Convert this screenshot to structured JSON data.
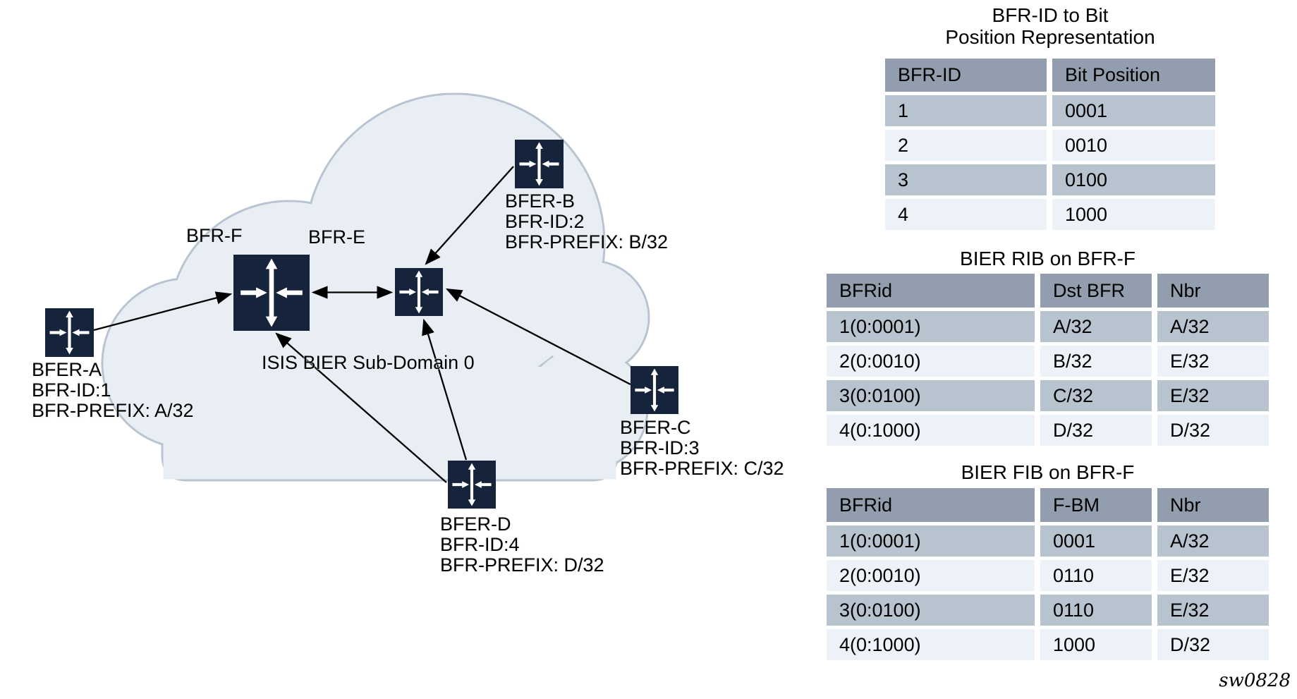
{
  "diagram": {
    "domain_label": "ISIS BIER Sub-Domain 0",
    "nodes": {
      "bfr_f": {
        "label": "BFR-F"
      },
      "bfr_e": {
        "label": "BFR-E"
      },
      "bfer_a": {
        "lines": [
          "BFER-A",
          "BFR-ID:1",
          "BFR-PREFIX: A/32"
        ]
      },
      "bfer_b": {
        "lines": [
          "BFER-B",
          "BFR-ID:2",
          "BFR-PREFIX: B/32"
        ]
      },
      "bfer_c": {
        "lines": [
          "BFER-C",
          "BFR-ID:3",
          "BFR-PREFIX: C/32"
        ]
      },
      "bfer_d": {
        "lines": [
          "BFER-D",
          "BFR-ID:4",
          "BFR-PREFIX: D/32"
        ]
      }
    }
  },
  "tables": {
    "bit_position": {
      "title_lines": [
        "BFR-ID to Bit",
        "Position Representation"
      ],
      "headers": [
        "BFR-ID",
        "Bit Position"
      ],
      "rows": [
        [
          "1",
          "0001"
        ],
        [
          "2",
          "0010"
        ],
        [
          "3",
          "0100"
        ],
        [
          "4",
          "1000"
        ]
      ]
    },
    "rib": {
      "title": "BIER RIB on BFR-F",
      "headers": [
        "BFRid",
        "Dst BFR",
        "Nbr"
      ],
      "rows": [
        [
          "1(0:0001)",
          "A/32",
          "A/32"
        ],
        [
          "2(0:0010)",
          "B/32",
          "E/32"
        ],
        [
          "3(0:0100)",
          "C/32",
          "E/32"
        ],
        [
          "4(0:1000)",
          "D/32",
          "D/32"
        ]
      ]
    },
    "fib": {
      "title": "BIER FIB on BFR-F",
      "headers": [
        "BFRid",
        "F-BM",
        "Nbr"
      ],
      "rows": [
        [
          "1(0:0001)",
          "0001",
          "A/32"
        ],
        [
          "2(0:0010)",
          "0110",
          "E/32"
        ],
        [
          "3(0:0100)",
          "0110",
          "E/32"
        ],
        [
          "4(0:1000)",
          "1000",
          "D/32"
        ]
      ]
    }
  },
  "watermark": "sw0828",
  "colors": {
    "table_header_bg": "#929EAD",
    "table_row_odd": "#B8C3D0",
    "table_row_even": "#EDF2F8",
    "router_fill": "#15243B",
    "cloud_fill": "#E9EEF4",
    "cloud_stroke": "#B8C4D1",
    "link_color": "#000000"
  }
}
